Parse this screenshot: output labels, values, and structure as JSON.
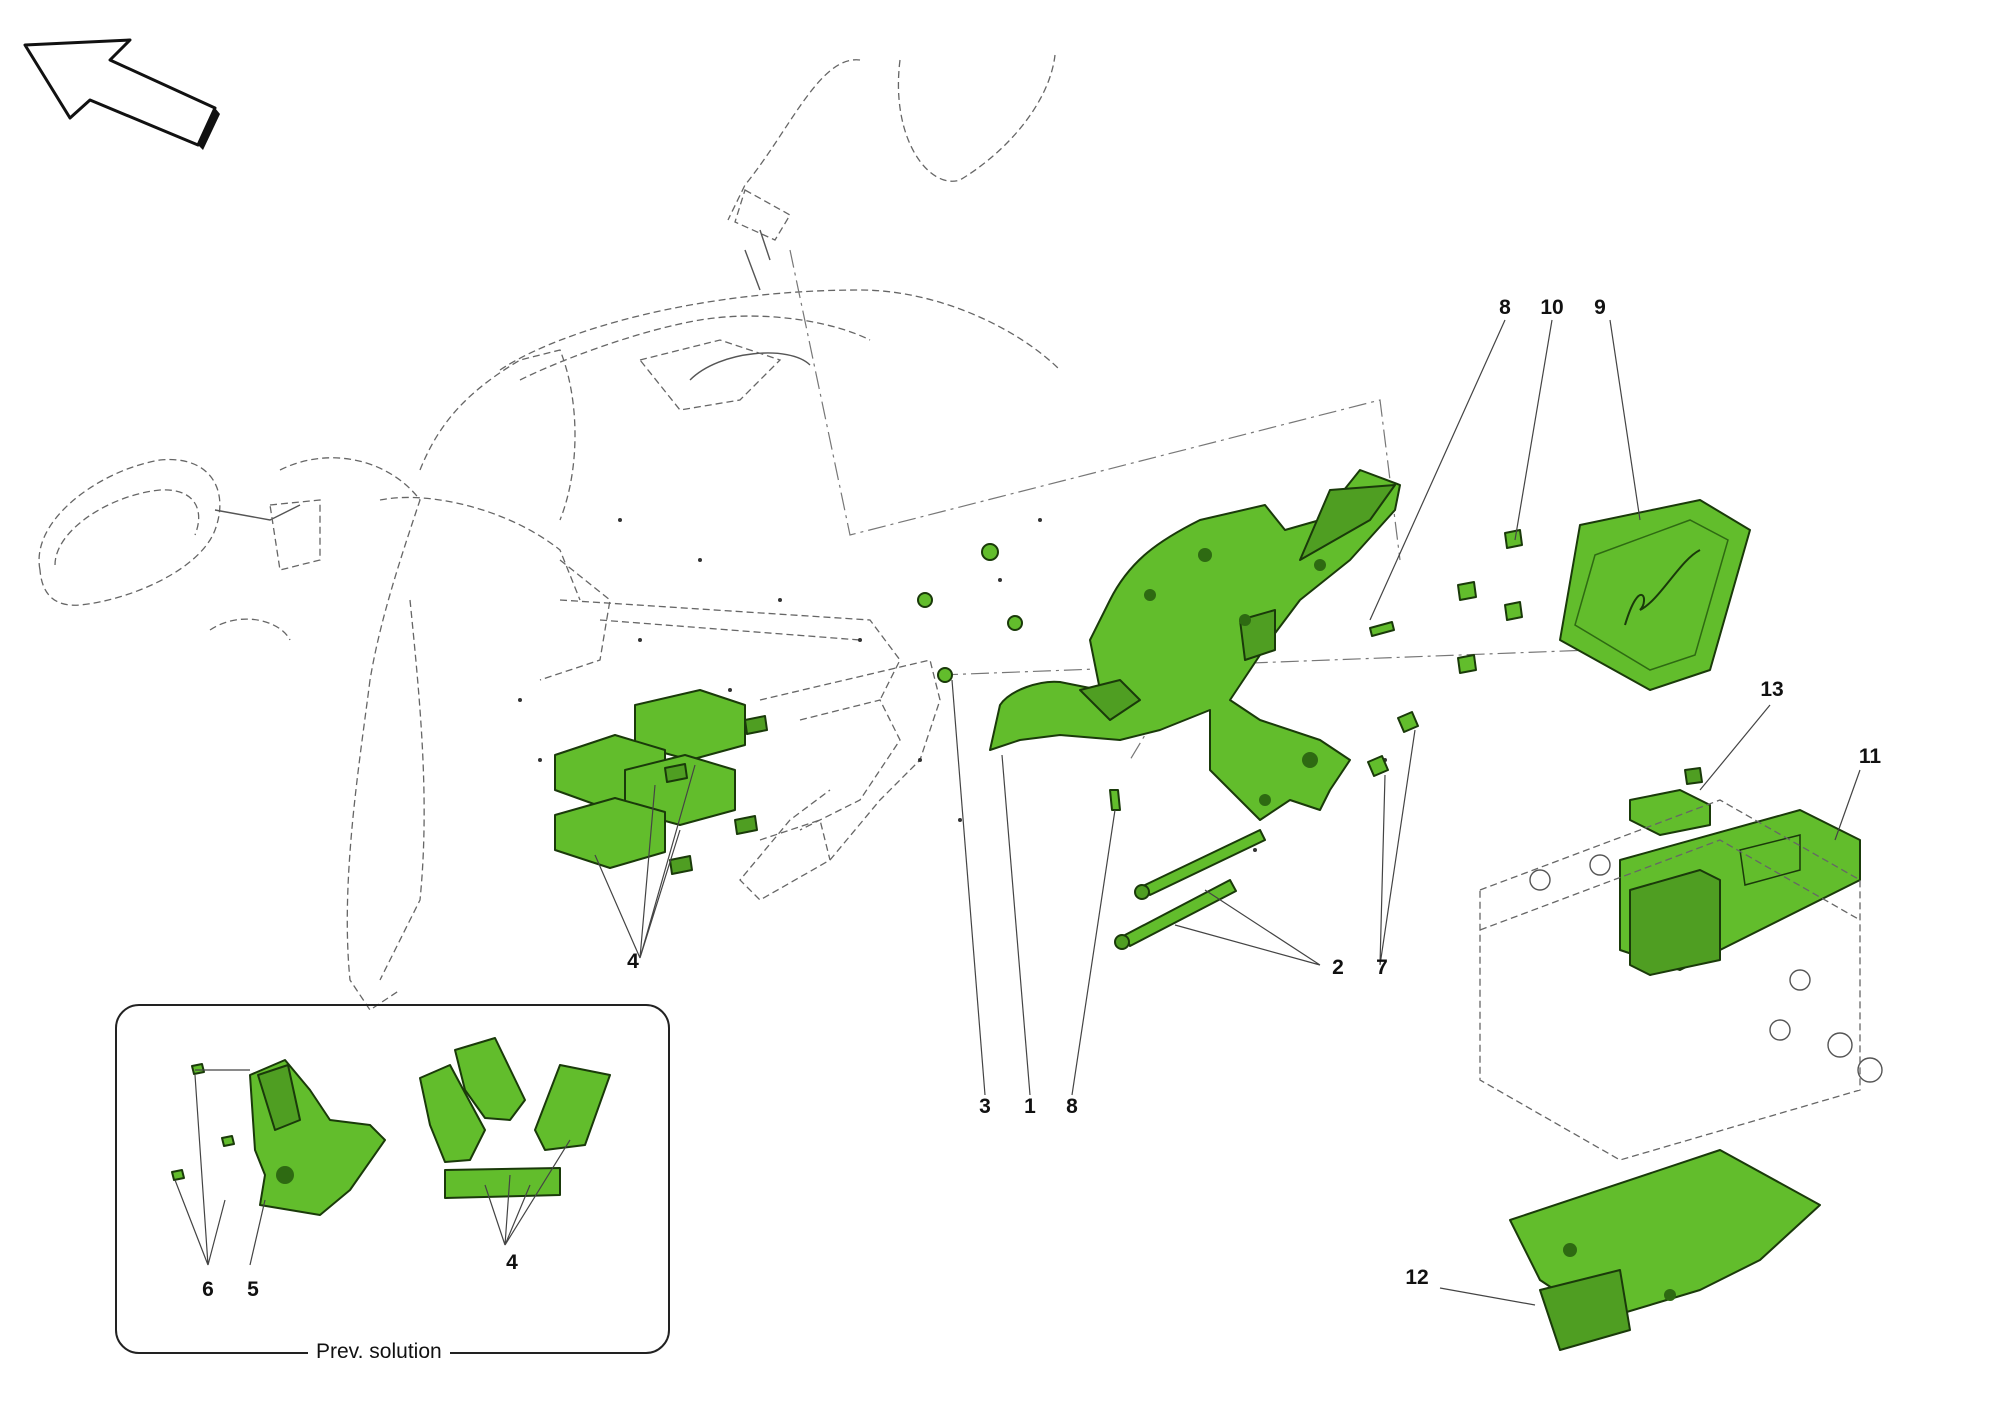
{
  "callouts": {
    "l1": "1",
    "l2": "2",
    "l3": "3",
    "l4a": "4",
    "l4b": "4",
    "l5": "5",
    "l6": "6",
    "l7": "7",
    "l8a": "8",
    "l8b": "8",
    "l9": "9",
    "l10": "10",
    "l11": "11",
    "l12": "12",
    "l13": "13"
  },
  "inset": {
    "caption": "Prev. solution"
  },
  "colors": {
    "part_fill": "#62bd2c",
    "part_stroke": "#1a3a0a",
    "context_line": "#555555"
  },
  "icons": {
    "orientation": "direction-arrow-icon"
  }
}
